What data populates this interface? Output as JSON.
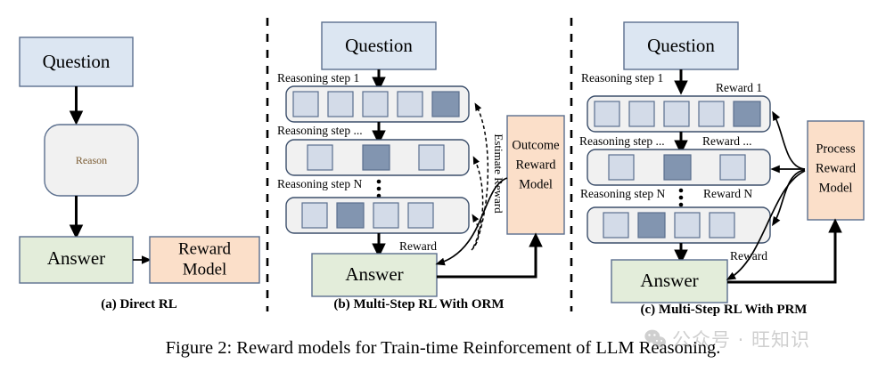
{
  "figure": {
    "caption": "Figure 2: Reward models for Train-time Reinforcement of LLM Reasoning."
  },
  "watermark": {
    "text": "公众号 · 旺知识",
    "icon": "wechat-icon",
    "color": "#8e8e8e"
  },
  "colors": {
    "question_fill": "#dce6f2",
    "answer_fill": "#e3edda",
    "reward_model_fill": "#fbdfc9",
    "reason_fill": "#f1f1f1",
    "step_row_fill": "#f1f1f1",
    "cell_light": "#d3dbe8",
    "cell_dark": "#8295b0",
    "border": "#5b6f8e",
    "arrow": "#000000"
  },
  "panels": [
    {
      "id": "a",
      "caption": "(a) Direct RL",
      "nodes": {
        "question": "Question",
        "reason": "Reason",
        "answer": "Answer",
        "reward_model_line1": "Reward",
        "reward_model_line2": "Model"
      }
    },
    {
      "id": "b",
      "caption": "(b) Multi-Step RL With ORM",
      "nodes": {
        "question": "Question",
        "answer": "Answer",
        "reward_model_line1": "Outcome",
        "reward_model_line2": "Reward",
        "reward_model_line3": "Model"
      },
      "step_labels": [
        "Reasoning step 1",
        "Reasoning step ...",
        "Reasoning step N"
      ],
      "edge_labels": {
        "estimate_reward": "Estimate Reward",
        "reward": "Reward"
      },
      "steps": [
        {
          "cells": 5,
          "dark_index": 4
        },
        {
          "cells": 3,
          "dark_index": 1
        },
        {
          "cells": 4,
          "dark_index": 1
        }
      ]
    },
    {
      "id": "c",
      "caption": "(c) Multi-Step RL With PRM",
      "nodes": {
        "question": "Question",
        "answer": "Answer",
        "reward_model_line1": "Process",
        "reward_model_line2": "Reward",
        "reward_model_line3": "Model"
      },
      "step_labels": [
        "Reasoning step 1",
        "Reasoning step ...",
        "Reasoning step N"
      ],
      "reward_labels": [
        "Reward 1",
        "Reward  ...",
        "Reward N"
      ],
      "edge_labels": {
        "reward": "Reward"
      },
      "steps": [
        {
          "cells": 5,
          "dark_index": 4
        },
        {
          "cells": 3,
          "dark_index": 1
        },
        {
          "cells": 4,
          "dark_index": 1
        }
      ]
    }
  ]
}
